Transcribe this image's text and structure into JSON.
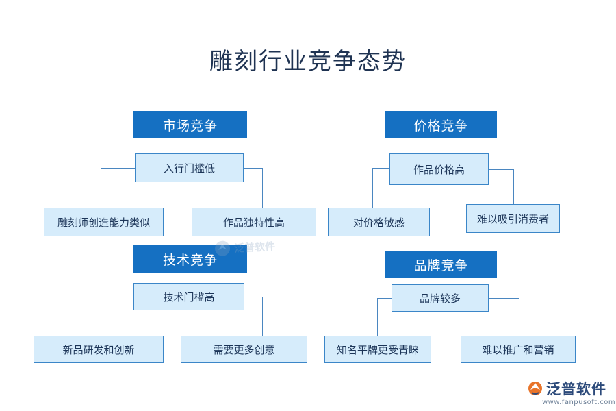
{
  "title": "雕刻行业竞争态势",
  "colors": {
    "header": "#1570c2",
    "box_fill": "#d6ecfb",
    "box_border": "#3b86c8",
    "line": "#4a86c0"
  },
  "sections": [
    {
      "header": "市场竞争",
      "mid": "入行门槛低",
      "left": "雕刻师创造能力类似",
      "right": "作品独特性高"
    },
    {
      "header": "价格竞争",
      "mid": "作品价格高",
      "left": "对价格敏感",
      "right": "难以吸引消费者"
    },
    {
      "header": "技术竞争",
      "mid": "技术门槛高",
      "left": "新品研发和创新",
      "right": "需要更多创意"
    },
    {
      "header": "品牌竞争",
      "mid": "品牌较多",
      "left": "知名平牌更受青睐",
      "right": "难以推广和营销"
    }
  ],
  "watermark": {
    "text": "泛普软件",
    "icon": "fanpu-logo-icon"
  },
  "logo": {
    "text": "泛普软件",
    "url": "www.fanpusoft.com",
    "icon": "fanpu-logo-icon"
  }
}
